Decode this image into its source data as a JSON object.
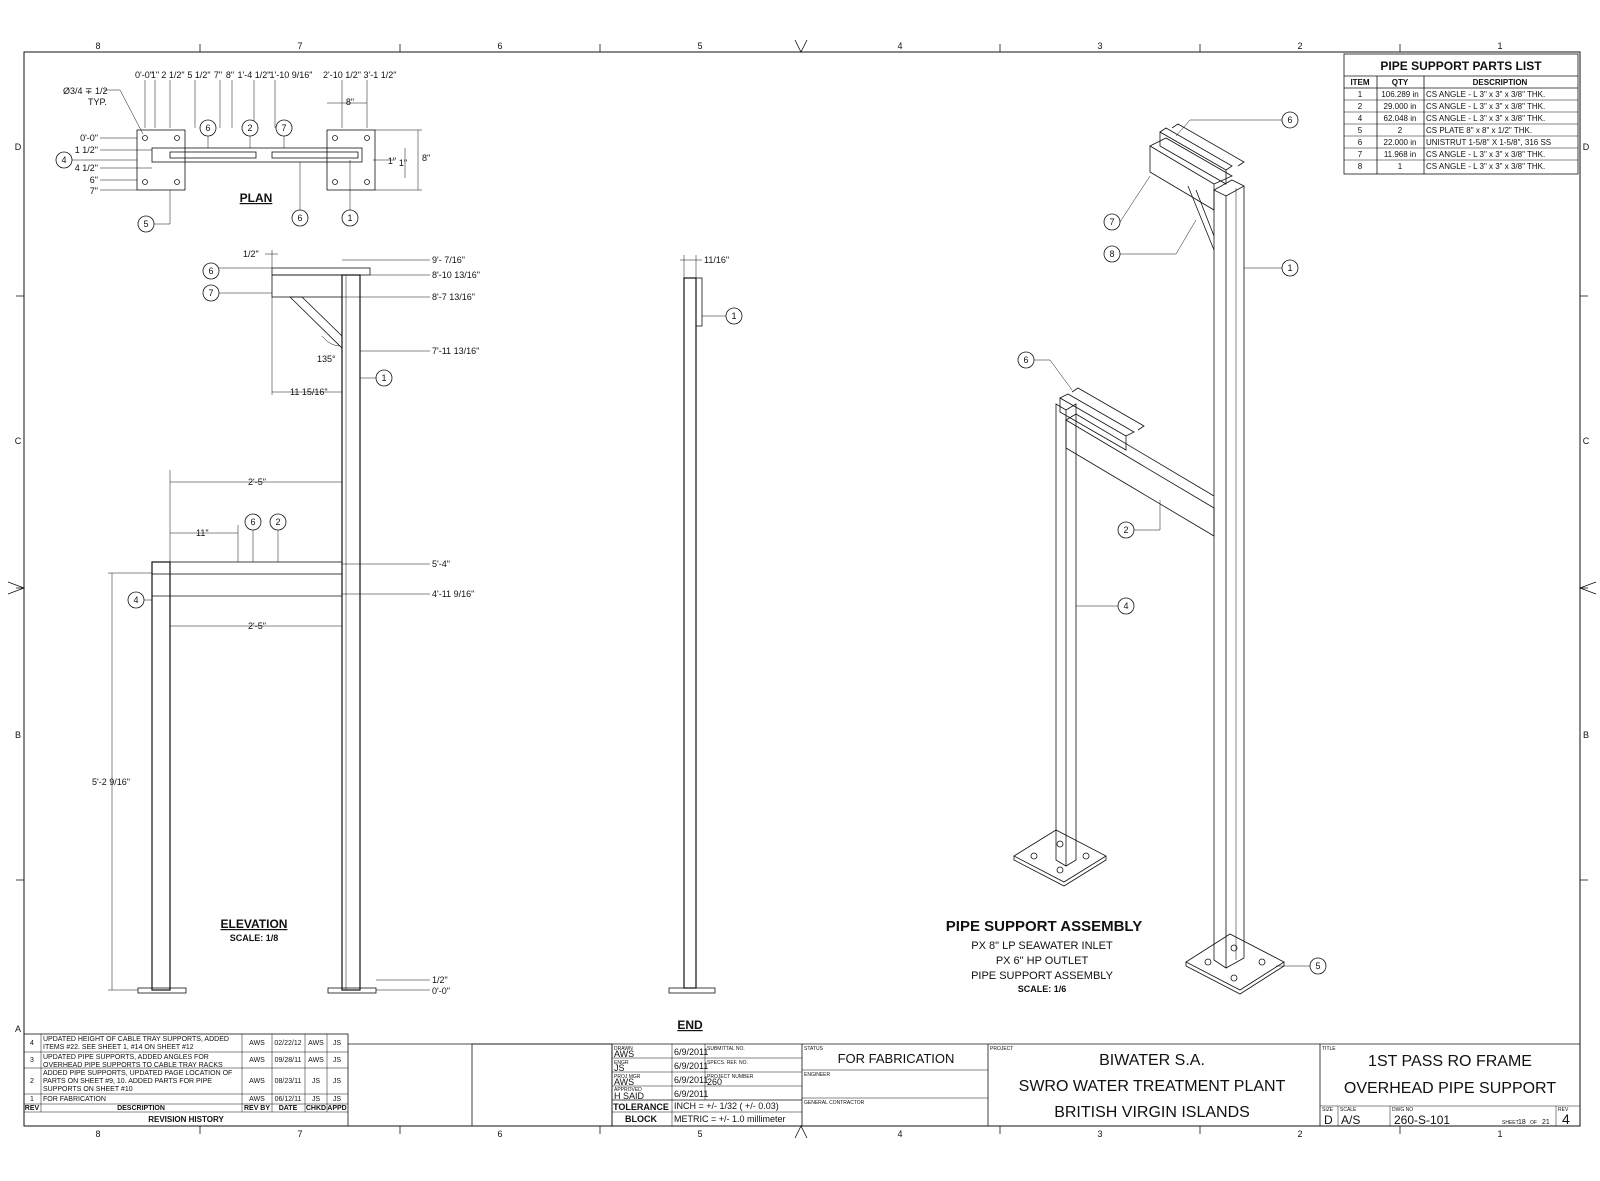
{
  "zones": {
    "top": [
      "8",
      "7",
      "6",
      "5",
      "4",
      "3",
      "2",
      "1"
    ],
    "side": [
      "D",
      "C",
      "B",
      "A"
    ]
  },
  "parts_list": {
    "title": "PIPE SUPPORT PARTS LIST",
    "headers": [
      "ITEM",
      "QTY",
      "DESCRIPTION"
    ],
    "rows": [
      [
        "1",
        "106.289 in",
        "CS ANGLE  - L 3\" x 3\" x 3/8\" THK."
      ],
      [
        "2",
        "29.000 in",
        "CS ANGLE  - L 3\" x 3\" x 3/8\" THK."
      ],
      [
        "4",
        "62.048 in",
        "CS ANGLE  - L 3\" x 3\" x 3/8\" THK."
      ],
      [
        "5",
        "2",
        "CS PLATE 8\" x 8\" x 1/2\" THK."
      ],
      [
        "6",
        "22.000 in",
        "UNISTRUT 1-5/8\" X 1-5/8\", 316 SS"
      ],
      [
        "7",
        "11.968 in",
        "CS ANGLE  - L 3\" x 3\" x 3/8\" THK."
      ],
      [
        "8",
        "1",
        "CS ANGLE  - L 3\" x 3\" x 3/8\" THK."
      ]
    ]
  },
  "plan": {
    "title": "PLAN",
    "hole_note": "Ø3/4 ∓ 1/2",
    "hole_note2": "TYP.",
    "top_dims": [
      "0'-0\"",
      "1\"",
      "2 1/2\"",
      "5 1/2\"",
      "7\"",
      "8\"",
      "1'-4 1/2\"",
      "1'-10 9/16\"",
      "2'-10 1/2\"",
      "3'-1 1/2\""
    ],
    "left_dims": [
      "0'-0\"",
      "1 1/2\"",
      "4 1/2\"",
      "6\"",
      "7\""
    ],
    "dim_8a": "8\"",
    "dim_1a": "1\"",
    "dim_1b": "1\"",
    "dim_8b": "8\""
  },
  "elevation": {
    "title": "ELEVATION",
    "scale": "SCALE: 1/8",
    "dims": {
      "half_top": "1/2\"",
      "d1": "9'- 7/16\"",
      "d2": "8'-10 13/16\"",
      "d3": "8'-7 13/16\"",
      "d4": "7'-11 13/16\"",
      "angle": "135°",
      "d5": "11 15/16\"",
      "d6": "2'-5\"",
      "d7": "11\"",
      "d8": "5'-4\"",
      "d9": "4'-11 9/16\"",
      "d10": "2'-5\"",
      "d11": "5'-2 9/16\"",
      "d12": "1/2\"",
      "d13": "0'-0\""
    }
  },
  "end_view": {
    "title": "END",
    "dim": "11/16\""
  },
  "assembly": {
    "title": "PIPE SUPPORT ASSEMBLY",
    "line1": "PX 8\" LP SEAWATER INLET",
    "line2": "PX 6\" HP OUTLET",
    "line3": "PIPE SUPPORT ASSEMBLY",
    "scale": "SCALE: 1/6"
  },
  "balloons": {
    "b1": "1",
    "b2": "2",
    "b4": "4",
    "b5": "5",
    "b6": "6",
    "b7": "7",
    "b8": "8"
  },
  "revision_history": {
    "title": "REVISION HISTORY",
    "headers": [
      "REV",
      "DESCRIPTION",
      "REV BY",
      "DATE",
      "CHKD",
      "APPD"
    ],
    "rows": [
      [
        "4",
        "UPDATED HEIGHT OF CABLE TRAY SUPPORTS, ADDED",
        "ITEMS #22. SEE SHEET 1, #14 ON SHEET #12",
        "AWS",
        "02/22/12",
        "AWS",
        "JS"
      ],
      [
        "3",
        "UPDATED PIPE SUPPORTS, ADDED ANGLES FOR",
        "OVERHEAD PIPE SUPPORTS TO CABLE TRAY RACKS",
        "AWS",
        "09/28/11",
        "AWS",
        "JS"
      ],
      [
        "2",
        "ADDED PIPE SUPPORTS, UPDATED PAGE LOCATION OF",
        "PARTS ON SHEET #9, 10.  ADDED PARTS FOR PIPE",
        "AWS",
        "08/23/11",
        "JS",
        "JS"
      ],
      [
        "1",
        "FOR FABRICATION",
        "",
        "AWS",
        "06/12/11",
        "JS",
        "JS"
      ]
    ],
    "row2_line3": "SUPPORTS ON SHEET #10"
  },
  "approvals": {
    "drawn_label": "DRAWN",
    "drawn": "AWS",
    "drawn_date": "6/9/2011",
    "engr_label": "ENGR",
    "engr": "JS",
    "engr_date": "6/9/2011",
    "prjmgr_label": "PROJ MGR",
    "prjmgr": "AWS",
    "prjmgr_date": "6/9/2011",
    "approved_label": "APPROVED",
    "approved": "H SAID",
    "approved_date": "6/9/2011",
    "submittal_label": "SUBMITTAL NO.",
    "specs_label": "SPECS. REF. NO.",
    "project_number_label": "PROJECT NUMBER",
    "project_number": "260",
    "tolerance_label1": "TOLERANCE",
    "tolerance_label2": "BLOCK",
    "tol_inch": "INCH = +/- 1/32 ( +/- 0.03)",
    "tol_metric": "METRIC = +/- 1.0 millimeter"
  },
  "status": {
    "status_label": "STATUS",
    "status": "FOR FABRICATION",
    "engineer_label": "ENGINEER",
    "gc_label": "GENERAL CONTRACTOR"
  },
  "project": {
    "label": "PROJECT",
    "line1": "BIWATER S.A.",
    "line2": "SWRO WATER TREATMENT PLANT",
    "line3": "BRITISH VIRGIN ISLANDS"
  },
  "title_block": {
    "label": "TITLE",
    "line1": "1ST PASS RO FRAME",
    "line2": "OVERHEAD PIPE SUPPORT",
    "size_label": "SIZE",
    "size": "D",
    "scale_label": "SCALE",
    "scale": "A/S",
    "dwg_label": "DWG NO",
    "dwg": "260-S-101",
    "sheet_word": "SHEET",
    "sheet": "18",
    "of_word": "OF",
    "of": "21",
    "rev_label": "REV",
    "rev": "4"
  }
}
